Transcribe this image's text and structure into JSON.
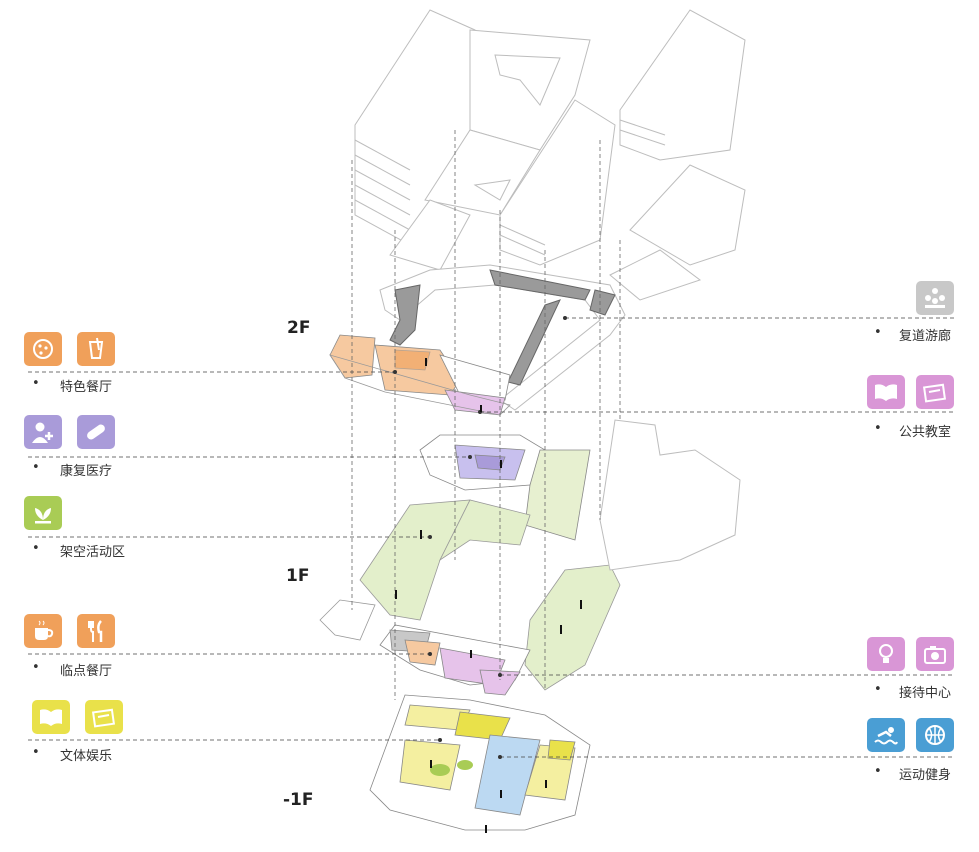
{
  "colors": {
    "orange": "#f0a05a",
    "purple": "#a99bd9",
    "green": "#a9cc55",
    "yellow": "#e9e14a",
    "gray": "#c8c8c8",
    "pink": "#d996d6",
    "blue": "#4a9ed4",
    "line": "#555555",
    "outline": "#bdbdbd"
  },
  "floors": {
    "f2": "2F",
    "f1": "1F",
    "b1": "-1F"
  },
  "left_items": [
    {
      "label": "特色餐厅",
      "icons": [
        "pizza-icon",
        "drink-cup-icon"
      ],
      "color": "orange"
    },
    {
      "label": "康复医疗",
      "icons": [
        "doctor-icon",
        "pill-icon"
      ],
      "color": "purple"
    },
    {
      "label": "架空活动区",
      "icons": [
        "plant-icon"
      ],
      "color": "green"
    },
    {
      "label": "临点餐厅",
      "icons": [
        "coffee-icon",
        "fork-knife-icon"
      ],
      "color": "orange"
    },
    {
      "label": "文体娱乐",
      "icons": [
        "book-icon",
        "picture-icon"
      ],
      "color": "yellow"
    }
  ],
  "right_items": [
    {
      "label": "复道游廊",
      "icons": [
        "people-group-icon"
      ],
      "color": "gray"
    },
    {
      "label": "公共教室",
      "icons": [
        "book-icon",
        "picture-icon"
      ],
      "color": "pink"
    },
    {
      "label": "接待中心",
      "icons": [
        "lightbulb-icon",
        "camera-icon"
      ],
      "color": "pink"
    },
    {
      "label": "运动健身",
      "icons": [
        "swimmer-icon",
        "basketball-icon"
      ],
      "color": "blue"
    }
  ]
}
